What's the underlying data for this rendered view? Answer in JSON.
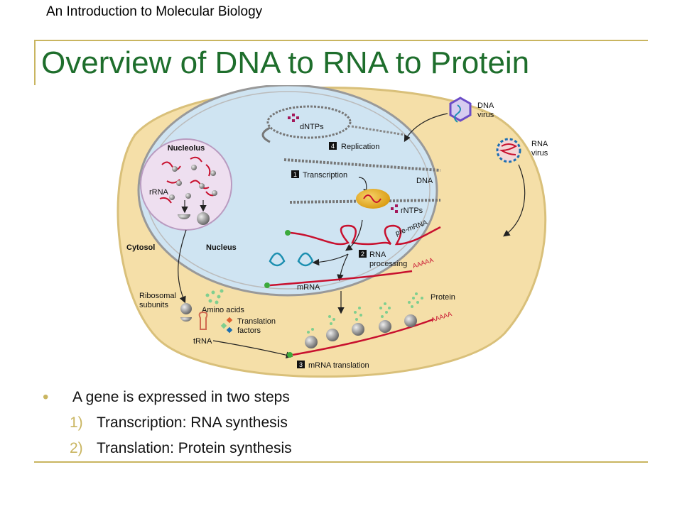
{
  "header": {
    "course": "An Introduction to Molecular Biology"
  },
  "slide": {
    "title": "Overview of DNA to RNA to Protein"
  },
  "diagram": {
    "labels": {
      "nucleolus": "Nucleolus",
      "rrna": "rRNA",
      "cytosol": "Cytosol",
      "nucleus": "Nucleus",
      "dntps": "dNTPs",
      "replication": "Replication",
      "transcription": "Transcription",
      "dna": "DNA",
      "rntps": "rNTPs",
      "pre_mrna": "pre-mRNA",
      "rna_processing_1": "RNA",
      "rna_processing_2": "processing",
      "mrna": "mRNA",
      "aaaaa_1": "AAAAA",
      "aaaaa_2": "AAAAA",
      "ribosomal_1": "Ribosomal",
      "ribosomal_2": "subunits",
      "amino_acids": "Amino acids",
      "translation_factors_1": "Translation",
      "translation_factors_2": "factors",
      "trna": "tRNA",
      "protein": "Protein",
      "mrna_translation": "mRNA translation",
      "dna_virus_1": "DNA",
      "dna_virus_2": "virus",
      "rna_virus_1": "RNA",
      "rna_virus_2": "virus"
    },
    "step_numbers": {
      "s1": "1",
      "s2": "2",
      "s3": "3",
      "s4": "4"
    },
    "colors": {
      "cytosol": "#f5dfa8",
      "nucleus": "#cfe4f2",
      "nucleolus": "#eedff0",
      "rna": "#c8102e",
      "dna": "#666666",
      "polymerase": "#e8b020",
      "amino_acid": "#7fcf8f",
      "step_box": "#111111"
    }
  },
  "bullets": {
    "main": "A gene is expressed in two steps",
    "steps": [
      {
        "num": "1)",
        "text": "Transcription: RNA synthesis"
      },
      {
        "num": "2)",
        "text": "Translation: Protein synthesis"
      }
    ]
  }
}
